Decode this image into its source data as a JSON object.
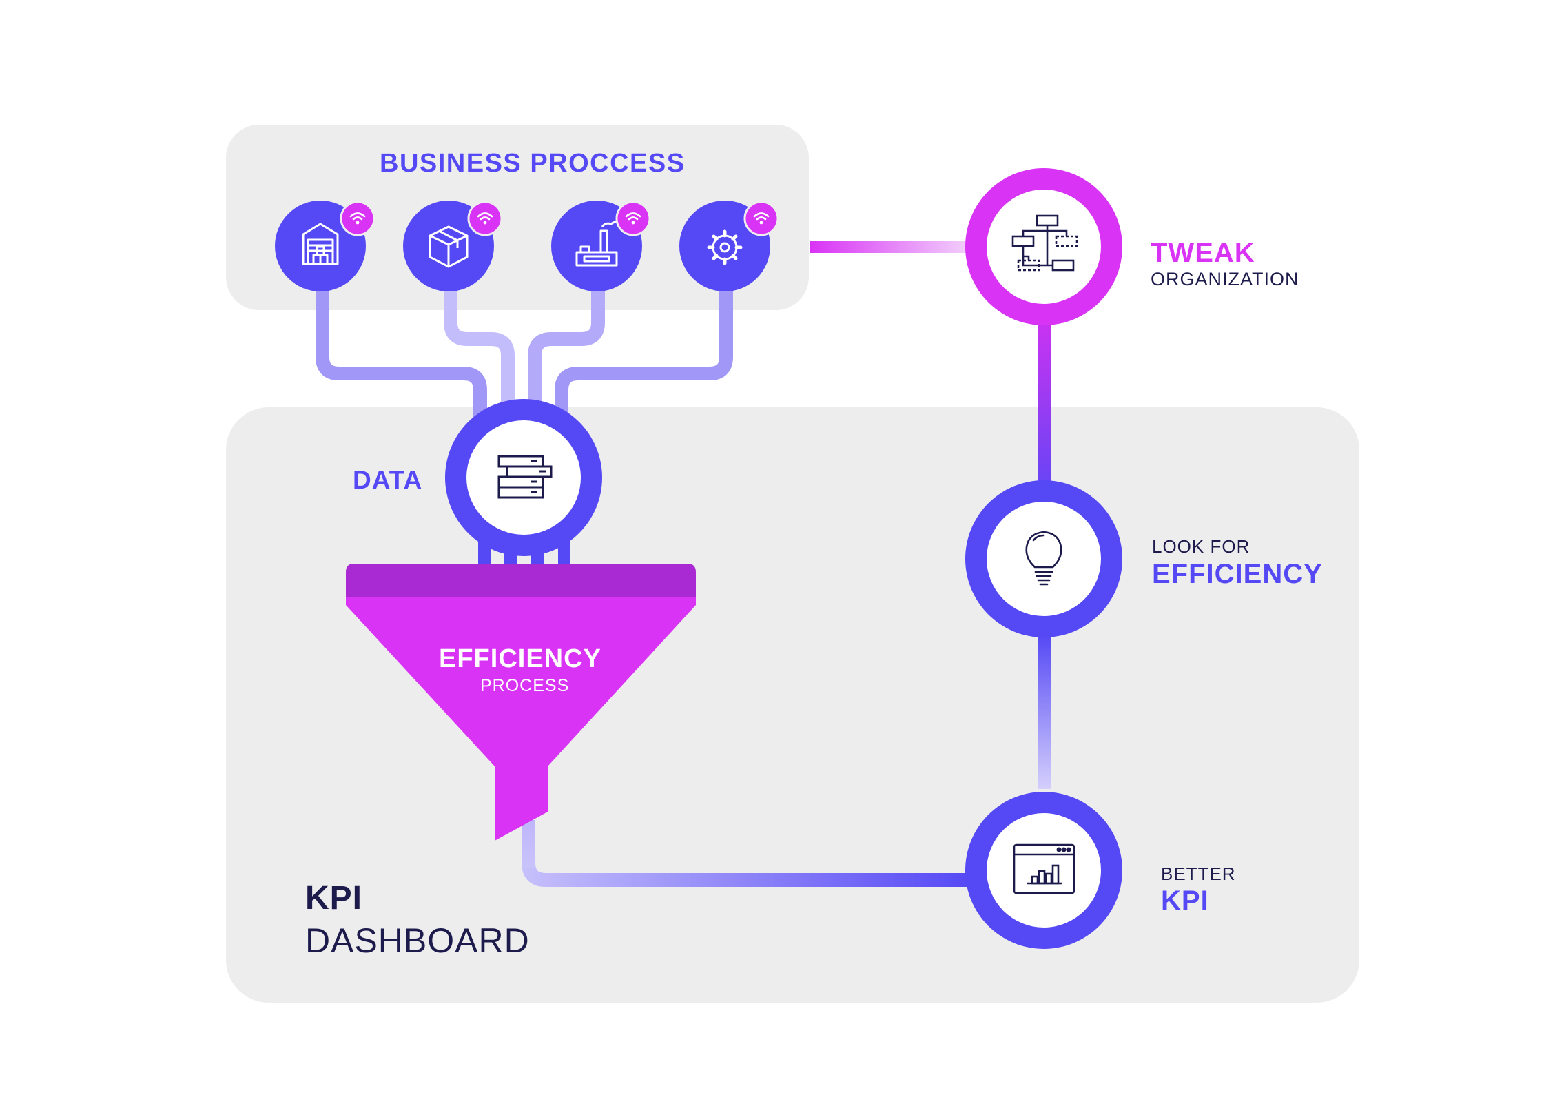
{
  "colors": {
    "blue": "#5548f5",
    "blue_light": "#b9b1fb",
    "magenta": "#d933f5",
    "magenta_dark": "#a92ad3",
    "magenta_light": "#f0c6fb",
    "panel": "#ededee",
    "navy": "#1d1b4c",
    "white": "#ffffff"
  },
  "business_process": {
    "title": "BUSINESS PROCCESS",
    "sources": [
      {
        "icon": "warehouse-icon",
        "badge_icon": "wifi-icon"
      },
      {
        "icon": "package-box-icon",
        "badge_icon": "wifi-icon"
      },
      {
        "icon": "factory-icon",
        "badge_icon": "wifi-icon"
      },
      {
        "icon": "gear-icon",
        "badge_icon": "wifi-icon"
      }
    ]
  },
  "data_node": {
    "label": "DATA",
    "icon": "server-stack-icon"
  },
  "funnel": {
    "title": "EFFICIENCY",
    "subtitle": "PROCESS"
  },
  "kpi_dashboard": {
    "title": "KPI",
    "subtitle": "DASHBOARD"
  },
  "steps": {
    "tweak": {
      "line1": "TWEAK",
      "line2": "ORGANIZATION",
      "icon": "org-chart-icon"
    },
    "look": {
      "line1": "LOOK FOR",
      "line2": "EFFICIENCY",
      "icon": "lightbulb-icon"
    },
    "better": {
      "line1": "BETTER",
      "line2": "KPI",
      "icon": "dashboard-chart-icon"
    }
  }
}
